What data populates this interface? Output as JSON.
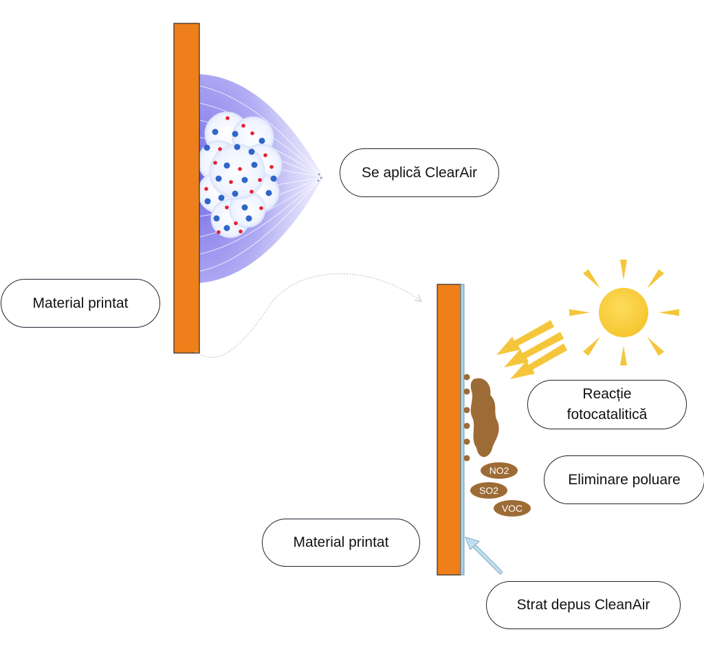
{
  "labels": {
    "apply": "Se aplică ClearAir",
    "material_top": "Material printat",
    "material_bottom": "Material printat",
    "reaction_line1": "Reacție",
    "reaction_line2": "fotocatalitică",
    "elimination": "Eliminare poluare",
    "layer": "Strat depus CleanAir"
  },
  "pollutants": [
    "NO2",
    "SO2",
    "VOC"
  ],
  "colors": {
    "material": "#ef7f1a",
    "coating": "#a8d0ea",
    "sun": "#f8cd3c",
    "sun_rays": "#f5c63c",
    "dirt": "#9d6b35",
    "particle_red": "#e4202e",
    "particle_blue": "#2f66c8",
    "spray": "#7f75e8",
    "pill_border": "#1e1f2e",
    "layer_arrow": "#bfe0f0"
  }
}
